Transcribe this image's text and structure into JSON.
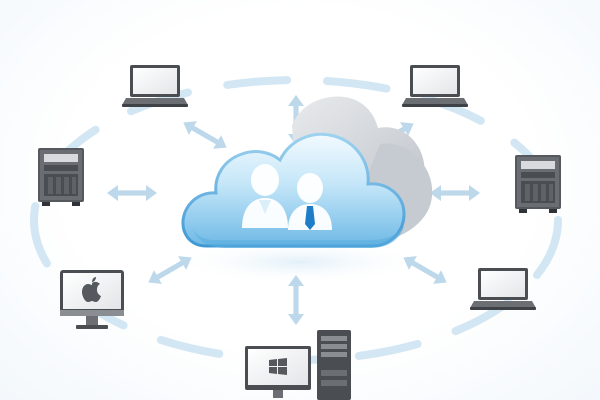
{
  "diagram": {
    "hub": {
      "icon": "cloud-users-icon",
      "people": [
        "person-icon",
        "person-with-tie-icon"
      ]
    },
    "devices": [
      {
        "id": "laptop-top-left",
        "icon": "laptop-icon"
      },
      {
        "id": "laptop-top-right",
        "icon": "laptop-icon"
      },
      {
        "id": "storage-left",
        "icon": "storage-server-icon"
      },
      {
        "id": "storage-right",
        "icon": "storage-server-icon"
      },
      {
        "id": "mac-monitor",
        "icon": "apple-monitor-icon"
      },
      {
        "id": "laptop-bottom-right",
        "icon": "laptop-icon"
      },
      {
        "id": "windows-desktop",
        "icon": "windows-desktop-icon"
      }
    ],
    "connections": "bidirectional-arrows",
    "colors": {
      "cloud_light": "#e6f4fc",
      "cloud_mid": "#9fd2f0",
      "cloud_dark": "#5aaee0",
      "cloud_shadow": "#cdd2d8",
      "arrow": "#bcd8ea",
      "ring": "#d2e6f3",
      "device_dark": "#4a4d52",
      "device_mid": "#8a8d92",
      "device_light": "#e7e8ea"
    }
  }
}
